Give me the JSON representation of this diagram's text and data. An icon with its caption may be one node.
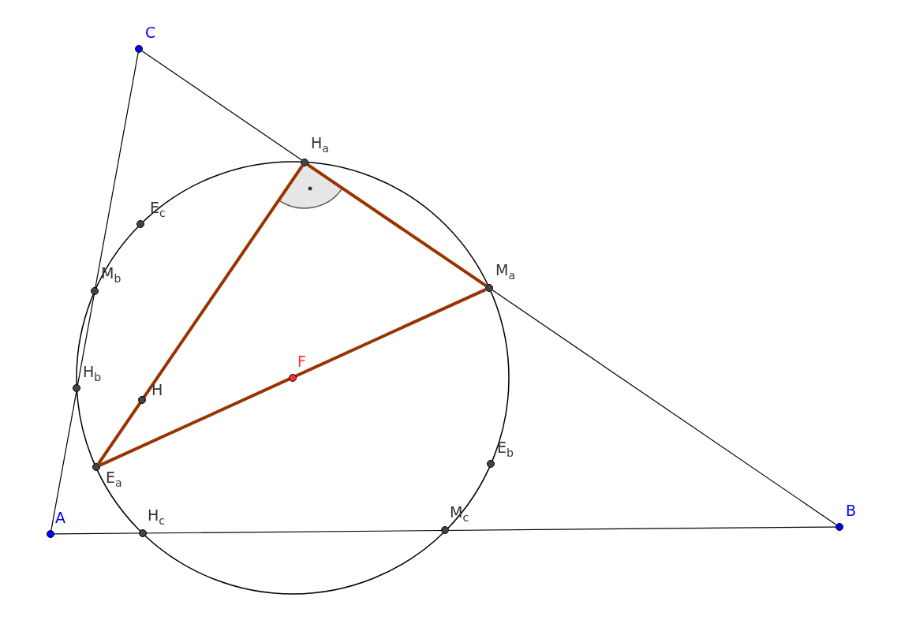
{
  "diagram": {
    "nodes": [
      {
        "text": [
          "C"
        ]
      },
      {
        "text": [
          "H$_{a}$"
        ]
      },
      {
        "text": [
          "E$_{c}$"
        ]
      },
      {
        "text": [
          "M$_{a}$"
        ]
      },
      {
        "text": [
          "M$_{b}$"
        ]
      },
      {
        "text": [
          "F"
        ]
      },
      {
        "text": [
          "H$_{b}$"
        ]
      },
      {
        "text": [
          "H"
        ]
      },
      {
        "text": [
          "E$_{b}$"
        ]
      },
      {
        "text": [
          "E$_{a}$"
        ]
      },
      {
        "text": [
          "A"
        ]
      },
      {
        "text": [
          "H$_{c}$"
        ]
      },
      {
        "text": [
          "M$_{c}$"
        ]
      },
      {
        "text": [
          "B"
        ]
      }
    ],
    "edges": [
      {
        "from": 0,
        "to": 10,
        "arrow": "none"
      },
      {
        "from": 0,
        "to": 13,
        "arrow": "none"
      },
      {
        "from": 10,
        "to": 13,
        "arrow": "none"
      },
      {
        "from": 1,
        "to": 3,
        "arrow": "none",
        "style": "thick",
        "color": "#993300"
      },
      {
        "from": 1,
        "to": 9,
        "arrow": "none",
        "style": "thick",
        "color": "#993300"
      },
      {
        "from": 9,
        "to": 3,
        "arrow": "none",
        "style": "thick",
        "color": "#993300"
      }
    ]
  }
}
